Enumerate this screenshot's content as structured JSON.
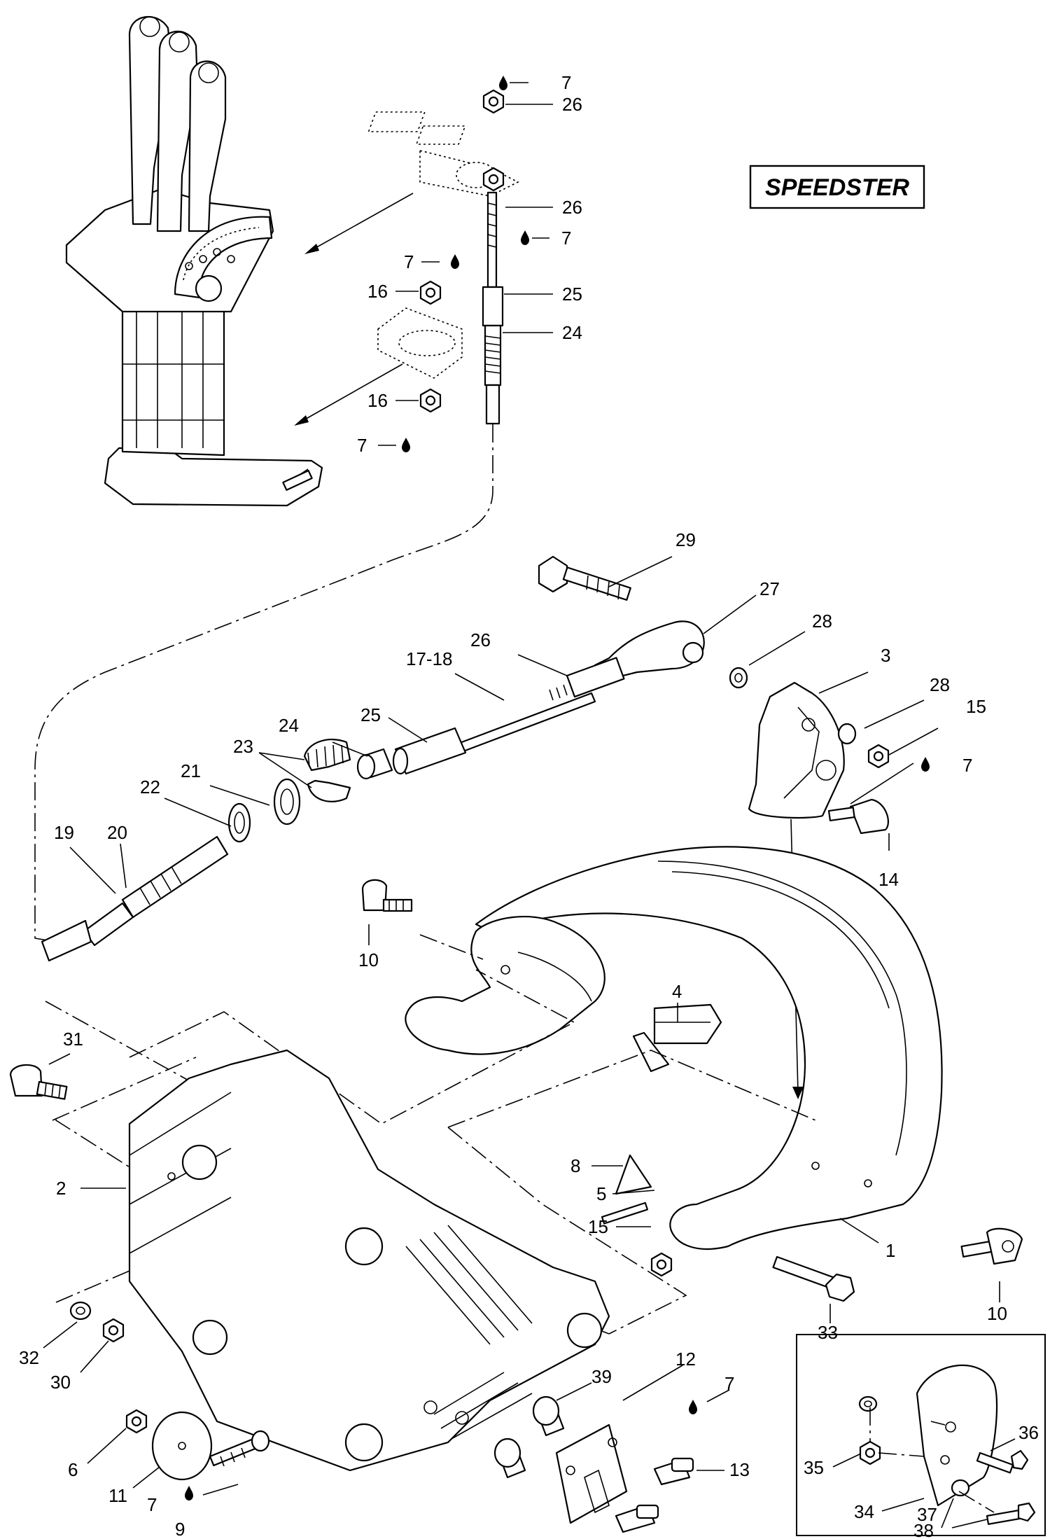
{
  "model_label": "SPEEDSTER",
  "callouts": {
    "c7_a": "7",
    "c26_a": "26",
    "c26_b": "26",
    "c7_b": "7",
    "c7_c": "7",
    "c16_a": "16",
    "c25_a": "25",
    "c24_a": "24",
    "c16_b": "16",
    "c7_d": "7",
    "c29": "29",
    "c27": "27",
    "c28_a": "28",
    "c26_c": "26",
    "c17_18": "17-18",
    "c3": "3",
    "c25_b": "25",
    "c28_b": "28",
    "c15_a": "15",
    "c24_b": "24",
    "c23": "23",
    "c7_e": "7",
    "c21": "21",
    "c22": "22",
    "c20": "20",
    "c19": "19",
    "c14": "14",
    "c10_a": "10",
    "c4": "4",
    "c31": "31",
    "c8": "8",
    "c2": "2",
    "c5": "5",
    "c15_b": "15",
    "c1": "1",
    "c33": "33",
    "c10_b": "10",
    "c32": "32",
    "c30": "30",
    "c39": "39",
    "c12": "12",
    "c7_f": "7",
    "c36": "36",
    "c35": "35",
    "c6": "6",
    "c11": "11",
    "c13": "13",
    "c34": "34",
    "c7_g": "7",
    "c9": "9",
    "c37": "37",
    "c38": "38"
  },
  "icons": {
    "lubricant": "oil-drop-icon"
  }
}
